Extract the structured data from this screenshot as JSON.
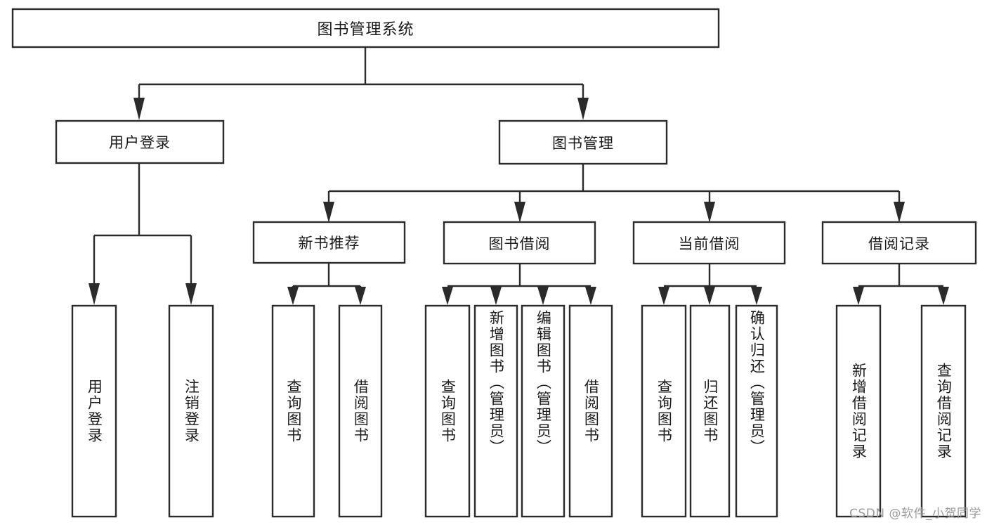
{
  "diagram": {
    "type": "tree-hierarchy",
    "title": "图书管理系统",
    "root": {
      "id": "root",
      "label": "图书管理系统",
      "orientation": "horizontal"
    },
    "level2": [
      {
        "id": "user-login",
        "label": "用户登录",
        "orientation": "horizontal"
      },
      {
        "id": "book-management",
        "label": "图书管理",
        "orientation": "horizontal"
      }
    ],
    "level3": [
      {
        "id": "new-book-recommend",
        "label": "新书推荐",
        "orientation": "horizontal",
        "parent": "book-management"
      },
      {
        "id": "book-borrow",
        "label": "图书借阅",
        "orientation": "horizontal",
        "parent": "book-management"
      },
      {
        "id": "current-borrow",
        "label": "当前借阅",
        "orientation": "horizontal",
        "parent": "book-management"
      },
      {
        "id": "borrow-record",
        "label": "借阅记录",
        "orientation": "horizontal",
        "parent": "book-management"
      }
    ],
    "leaves": [
      {
        "id": "leaf-user-login",
        "label": "用户登录",
        "parent": "user-login",
        "orientation": "vertical"
      },
      {
        "id": "leaf-logout",
        "label": "注销登录",
        "parent": "user-login",
        "orientation": "vertical"
      },
      {
        "id": "leaf-query-book-1",
        "label": "查询图书",
        "parent": "new-book-recommend",
        "orientation": "vertical"
      },
      {
        "id": "leaf-borrow-book-1",
        "label": "借阅图书",
        "parent": "new-book-recommend",
        "orientation": "vertical"
      },
      {
        "id": "leaf-query-book-2",
        "label": "查询图书",
        "parent": "book-borrow",
        "orientation": "vertical"
      },
      {
        "id": "leaf-add-book",
        "label": "新增图书（管理员）",
        "parent": "book-borrow",
        "orientation": "vertical"
      },
      {
        "id": "leaf-edit-book",
        "label": "编辑图书（管理员）",
        "parent": "book-borrow",
        "orientation": "vertical"
      },
      {
        "id": "leaf-borrow-book-2",
        "label": "借阅图书",
        "parent": "book-borrow",
        "orientation": "vertical"
      },
      {
        "id": "leaf-query-book-3",
        "label": "查询图书",
        "parent": "current-borrow",
        "orientation": "vertical"
      },
      {
        "id": "leaf-return-book",
        "label": "归还图书",
        "parent": "current-borrow",
        "orientation": "vertical"
      },
      {
        "id": "leaf-confirm-return",
        "label": "确认归还（管理员）",
        "parent": "current-borrow",
        "orientation": "vertical"
      },
      {
        "id": "leaf-add-record",
        "label": "新增借阅记录",
        "parent": "borrow-record",
        "orientation": "vertical"
      },
      {
        "id": "leaf-query-record",
        "label": "查询借阅记录",
        "parent": "borrow-record",
        "orientation": "vertical"
      }
    ],
    "colors": {
      "stroke": "#2b2b2b",
      "fill": "#ffffff",
      "text": "#1a1a1a",
      "background": "#ffffff",
      "watermark": "#9a9a9a"
    }
  },
  "watermark": {
    "text": "CSDN @软件_小贺同学"
  }
}
